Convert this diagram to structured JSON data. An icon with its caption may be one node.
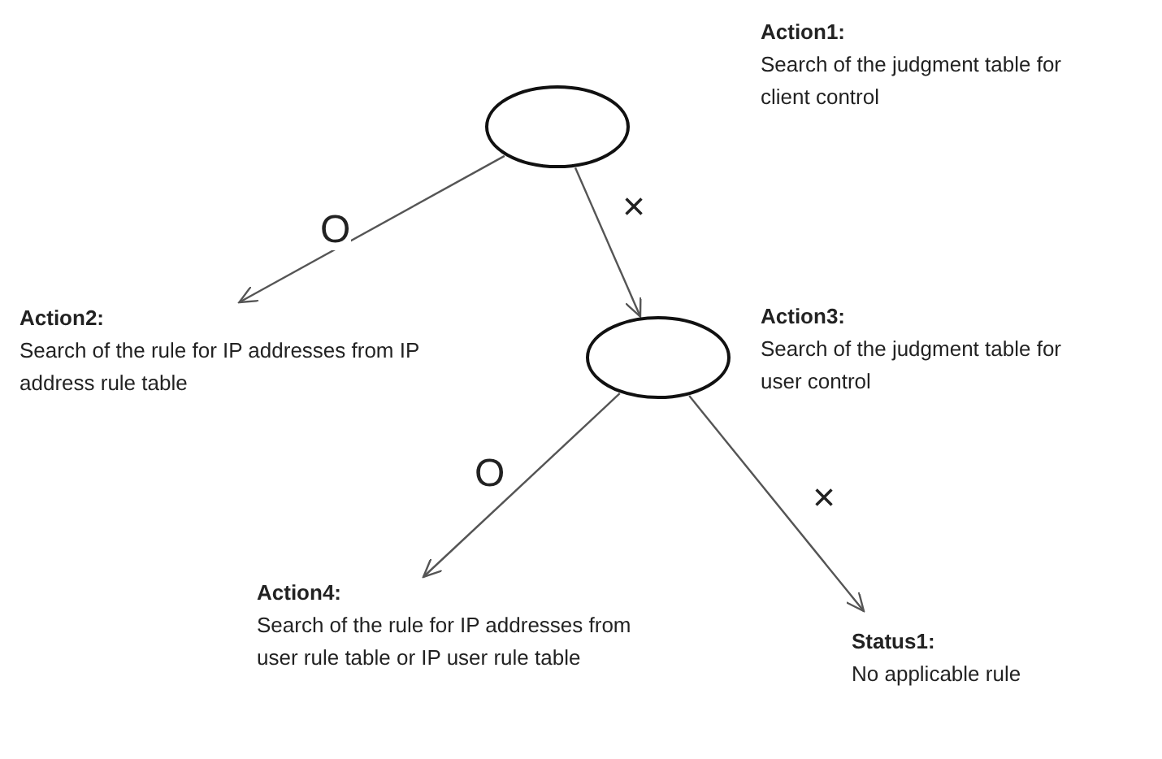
{
  "diagram": {
    "nodes": [
      {
        "text": [],
        "shape": "ellipse",
        "beside": [
          "Action1:",
          "Search of the judgment table for client control"
        ]
      },
      {
        "text": [
          "Action2:",
          "Search of the rule for IP addresses from IP address rule table"
        ]
      },
      {
        "text": [],
        "shape": "ellipse",
        "beside": [
          "Action3:",
          "Search of the judgment table for user control"
        ]
      },
      {
        "text": [
          "Action4:",
          "Search of the rule for IP addresses from user rule table or IP user rule table"
        ]
      },
      {
        "text": [
          "Status1:",
          "No applicable rule"
        ]
      }
    ],
    "edges": [
      {
        "from": 0,
        "to": 1,
        "arrow": "to",
        "label": "O"
      },
      {
        "from": 0,
        "to": 2,
        "arrow": "to",
        "label": "×"
      },
      {
        "from": 2,
        "to": 3,
        "arrow": "to",
        "label": "O"
      },
      {
        "from": 2,
        "to": 4,
        "arrow": "to",
        "label": "×"
      }
    ]
  }
}
